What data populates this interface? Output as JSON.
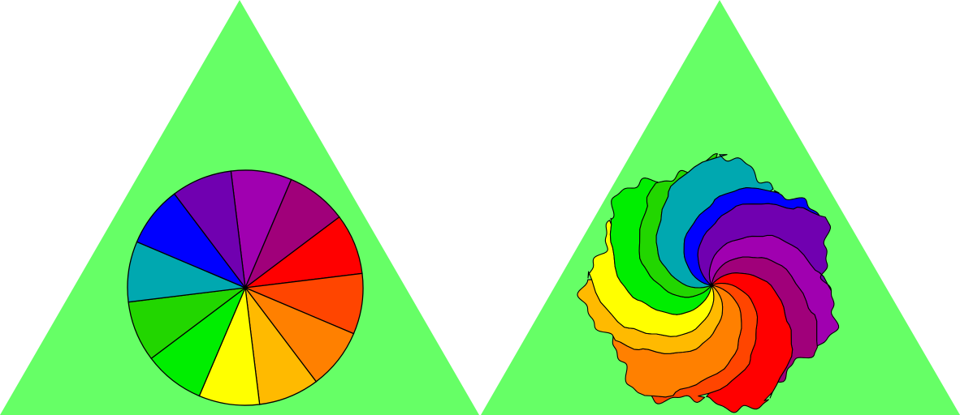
{
  "colors": {
    "background": "#ffffff",
    "triangle_fill": "#66ff66",
    "outline": "#000000"
  },
  "panels": [
    {
      "id": "left",
      "style": "regular-wheel"
    },
    {
      "id": "right",
      "style": "swirled-wheel"
    }
  ],
  "wheel_sectors": [
    {
      "name": "purple",
      "color": "#a000b0"
    },
    {
      "name": "magenta",
      "color": "#a0007a"
    },
    {
      "name": "red",
      "color": "#ff0000"
    },
    {
      "name": "red-orange",
      "color": "#ff4500"
    },
    {
      "name": "orange",
      "color": "#ff8000"
    },
    {
      "name": "amber",
      "color": "#ffba00"
    },
    {
      "name": "yellow",
      "color": "#ffff00"
    },
    {
      "name": "green",
      "color": "#00ee00"
    },
    {
      "name": "lime-green",
      "color": "#22d600"
    },
    {
      "name": "teal",
      "color": "#00a8b0"
    },
    {
      "name": "blue",
      "color": "#0000ff"
    },
    {
      "name": "violet",
      "color": "#7000b0"
    }
  ]
}
